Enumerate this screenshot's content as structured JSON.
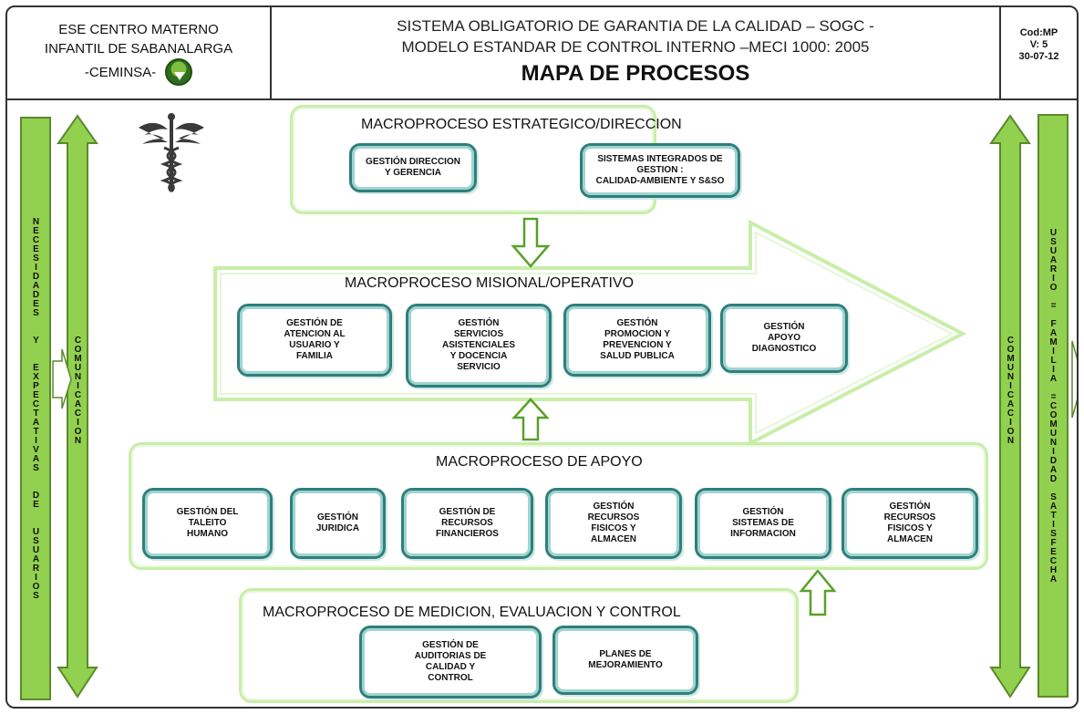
{
  "header": {
    "org_line1": "ESE  CENTRO MATERNO",
    "org_line2": "INFANTIL DE SABANALARGA",
    "org_short": "-CEMINSA-",
    "title_line1": "SISTEMA OBLIGATORIO DE GARANTIA DE LA CALIDAD – SOGC -",
    "title_line2": "MODELO ESTANDAR DE CONTROL INTERNO –MECI 1000: 2005",
    "main_title": "MAPA DE PROCESOS",
    "code": "Cod:MP",
    "version": "V: 5",
    "date": "30-07-12"
  },
  "sides": {
    "left_needs": "NECESIDADES  Y  EXPECTATIVAS  DE  USUARIOS",
    "left_comm": "COMUNICACION",
    "right_comm": "COMUNICACION",
    "right_users": "USUARIO = FAMILIA =COMUNIDAD SATISFECHA"
  },
  "macros": {
    "estrategico": {
      "label": "MACROPROCESO ESTRATEGICO/DIRECCION",
      "boxes": [
        "GESTIÓN  DIRECCION\nY GERENCIA",
        "SISTEMAS INTEGRADOS DE\nGESTION :\nCALIDAD-AMBIENTE Y S&SO"
      ]
    },
    "misional": {
      "label": "MACROPROCESO  MISIONAL/OPERATIVO",
      "boxes": [
        "GESTIÓN  DE\nATENCION AL\nUSUARIO Y\nFAMILIA",
        "GESTIÓN\nSERVICIOS\nASISTENCIALES\nY DOCENCIA\nSERVICIO",
        "GESTIÓN\nPROMOCION Y\nPREVENCION Y\nSALUD PUBLICA",
        "GESTIÓN\nAPOYO\nDIAGNOSTICO"
      ]
    },
    "apoyo": {
      "label": "MACROPROCESO  DE APOYO",
      "boxes": [
        "GESTIÓN  DEL\nTALEITO\nHUMANO",
        "GESTIÓN\nJURIDICA",
        "GESTIÓN  DE\nRECURSOS\nFINANCIEROS",
        "GESTIÓN\nRECURSOS\nFISICOS Y\nALMACEN",
        "GESTIÓN\nSISTEMAS DE\nINFORMACION",
        "GESTIÓN\nRECURSOS\nFISICOS Y\nALMACEN"
      ]
    },
    "medicion": {
      "label": "MACROPROCESO  DE MEDICION, EVALUACION Y CONTROL",
      "boxes": [
        "GESTIÓN  DE\nAUDITORIAS DE\nCALIDAD Y\nCONTROL",
        "PLANES DE\nMEJORAMIENTO"
      ]
    }
  },
  "colors": {
    "green_fill": "#92d050",
    "green_border": "#5a8a2a",
    "teal_border": "#2f7f7c",
    "light_green_outline": "#c8eea8"
  },
  "icons": {
    "medical": "caduceus-icon",
    "logo": "ceminsa-logo"
  }
}
